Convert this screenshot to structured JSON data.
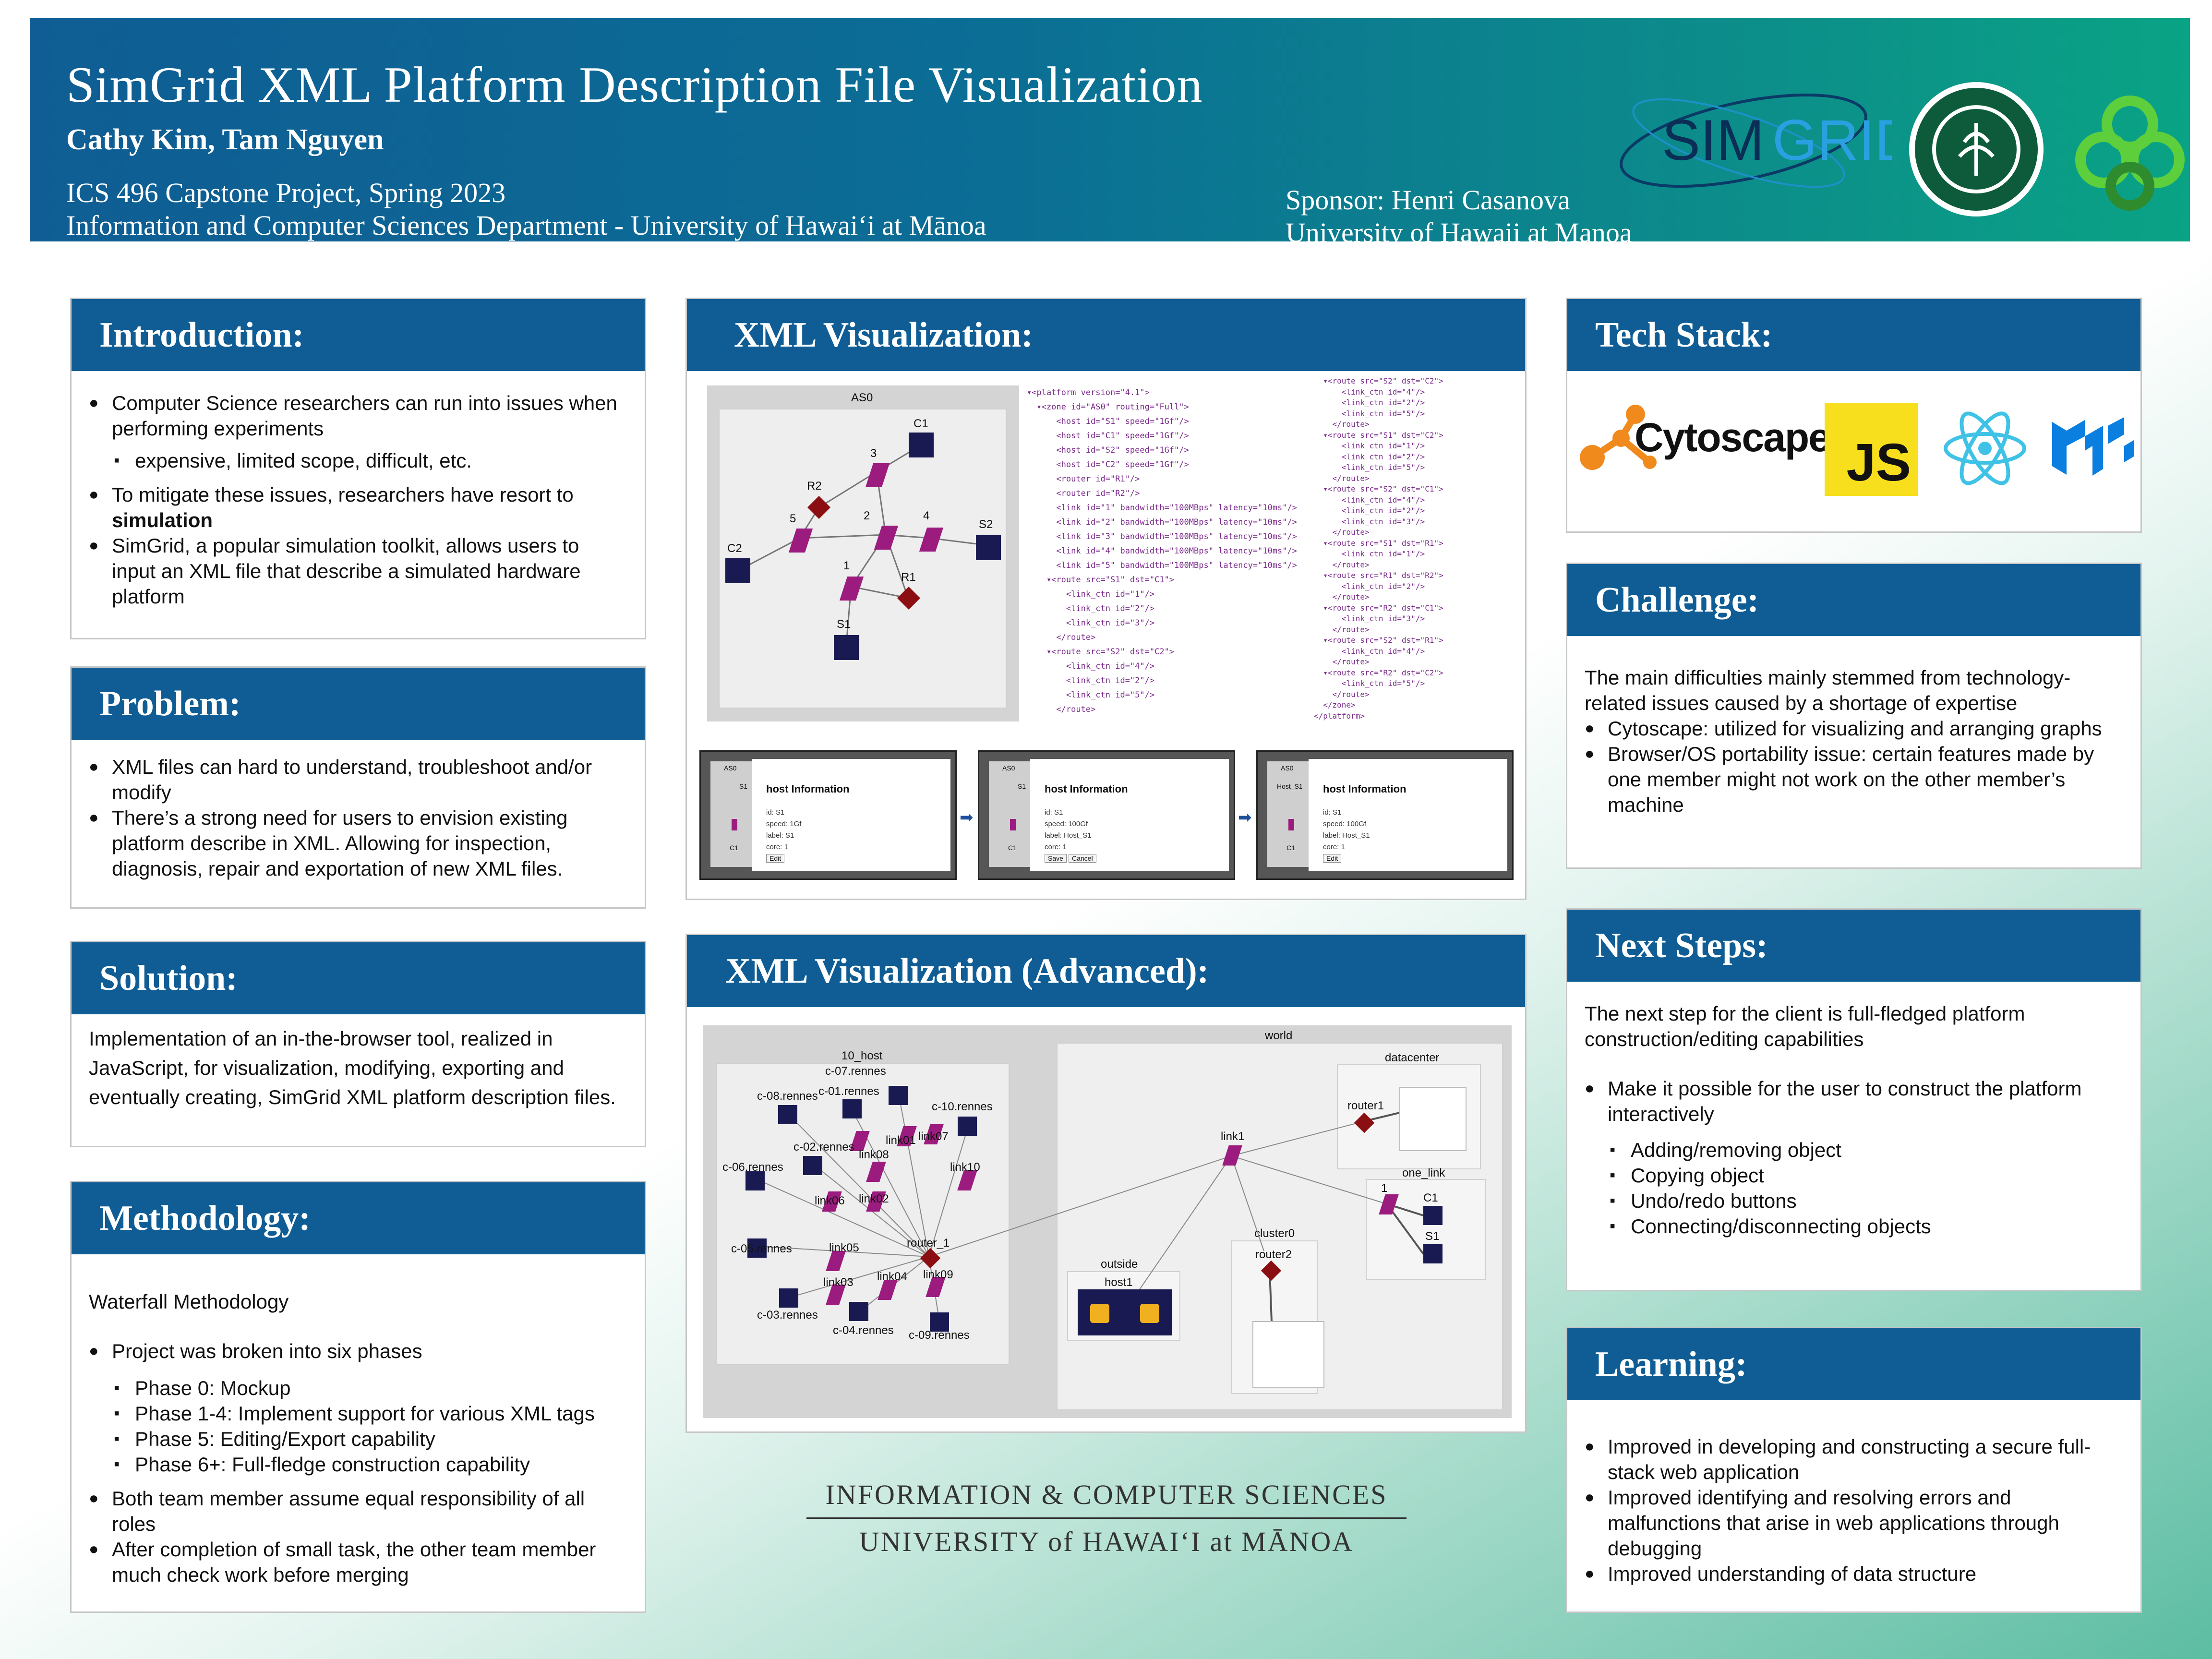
{
  "header": {
    "title": "SimGrid XML Platform Description File Visualization",
    "authors": "Cathy Kim, Tam Nguyen",
    "course_line1": "ICS 496 Capstone Project, Spring 2023",
    "course_line2": "Information and Computer Sciences Department - University of Hawaiʻi at Mānoa",
    "sponsor_line1": "Sponsor: Henri Casanova",
    "sponsor_line2": "University of Hawaii at Manoa",
    "logo_simgrid_text_a": "SIM",
    "logo_simgrid_text_b": "GRID"
  },
  "introduction": {
    "title": "Introduction:",
    "b1": "Computer Science researchers can run into issues when performing experiments",
    "b1_sub": "expensive, limited scope, difficult, etc.",
    "b2": "To mitigate these issues, researchers have resort to",
    "b2_bold": "simulation",
    "b3": "SimGrid, a popular simulation toolkit, allows users to input an XML file that describe a simulated hardware platform"
  },
  "problem": {
    "title": "Problem:",
    "b1": "XML files can hard to understand, troubleshoot and/or modify",
    "b2": "There’s a strong need for users to envision existing platform describe in XML. Allowing for inspection, diagnosis, repair and exportation of new XML files."
  },
  "solution": {
    "title": "Solution:",
    "text": "Implementation of an in-the-browser tool, realized in JavaScript, for visualization, modifying, exporting and eventually creating, SimGrid XML platform description files."
  },
  "methodology": {
    "title": "Methodology:",
    "intro": "Waterfall Methodology",
    "b1": "Project was broken into six phases",
    "phases": [
      "Phase 0: Mockup",
      "Phase 1-4: Implement support for various XML tags",
      "Phase 5: Editing/Export capability",
      "Phase 6+: Full-fledge construction capability"
    ],
    "b2": "Both team member assume equal responsibility of all roles",
    "b3": "After completion of small task, the other team member much check work before merging"
  },
  "xmlviz": {
    "title": "XML Visualization:",
    "zone": "AS0",
    "nodes": [
      "C1",
      "R2",
      "3",
      "5",
      "2",
      "4",
      "S2",
      "C2",
      "1",
      "R1",
      "S1"
    ],
    "code_left": [
      "▾<platform version=\"4.1\">",
      "  ▾<zone id=\"AS0\" routing=\"Full\">",
      "      <host id=\"S1\" speed=\"1Gf\"/>",
      "      <host id=\"C1\" speed=\"1Gf\"/>",
      "      <host id=\"S2\" speed=\"1Gf\"/>",
      "      <host id=\"C2\" speed=\"1Gf\"/>",
      "      <router id=\"R1\"/>",
      "      <router id=\"R2\"/>",
      "      <link id=\"1\" bandwidth=\"100MBps\" latency=\"10ms\"/>",
      "      <link id=\"2\" bandwidth=\"100MBps\" latency=\"10ms\"/>",
      "      <link id=\"3\" bandwidth=\"100MBps\" latency=\"10ms\"/>",
      "      <link id=\"4\" bandwidth=\"100MBps\" latency=\"10ms\"/>",
      "      <link id=\"5\" bandwidth=\"100MBps\" latency=\"10ms\"/>",
      "    ▾<route src=\"S1\" dst=\"C1\">",
      "        <link_ctn id=\"1\"/>",
      "        <link_ctn id=\"2\"/>",
      "        <link_ctn id=\"3\"/>",
      "      </route>",
      "    ▾<route src=\"S2\" dst=\"C2\">",
      "        <link_ctn id=\"4\"/>",
      "        <link_ctn id=\"2\"/>",
      "        <link_ctn id=\"5\"/>",
      "      </route>"
    ],
    "code_right": [
      "  ▾<route src=\"S2\" dst=\"C2\">",
      "      <link_ctn id=\"4\"/>",
      "      <link_ctn id=\"2\"/>",
      "      <link_ctn id=\"5\"/>",
      "    </route>",
      "  ▾<route src=\"S1\" dst=\"C2\">",
      "      <link_ctn id=\"1\"/>",
      "      <link_ctn id=\"2\"/>",
      "      <link_ctn id=\"5\"/>",
      "    </route>",
      "  ▾<route src=\"S2\" dst=\"C1\">",
      "      <link_ctn id=\"4\"/>",
      "      <link_ctn id=\"2\"/>",
      "      <link_ctn id=\"3\"/>",
      "    </route>",
      "  ▾<route src=\"S1\" dst=\"R1\">",
      "      <link_ctn id=\"1\"/>",
      "    </route>",
      "  ▾<route src=\"R1\" dst=\"R2\">",
      "      <link_ctn id=\"2\"/>",
      "    </route>",
      "  ▾<route src=\"R2\" dst=\"C1\">",
      "      <link_ctn id=\"3\"/>",
      "    </route>",
      "  ▾<route src=\"S2\" dst=\"R1\">",
      "      <link_ctn id=\"4\"/>",
      "    </route>",
      "  ▾<route src=\"R2\" dst=\"C2\">",
      "      <link_ctn id=\"5\"/>",
      "    </route>",
      "  </zone>",
      "</platform>"
    ],
    "shot1_title": "host Information",
    "shot1_fields": "id: S1\nspeed: 1Gf\nlabel: S1\ncore: 1",
    "shot1_btn": "Edit",
    "shot2_title": "host Information",
    "shot2_fields": "id: S1\nspeed: 100Gf\nlabel: Host_S1\ncore: 1",
    "shot2_btn1": "Save",
    "shot2_btn2": "Cancel",
    "shot3_title": "host Information",
    "shot3_fields": "id: S1\nspeed: 100Gf\nlabel: Host_S1\ncore: 1",
    "shot3_btn": "Edit",
    "shot_zone": "AS0",
    "shot_side_a": "S1",
    "shot_side_b": "C1",
    "shot3_side_a": "Host_S1"
  },
  "xmladv": {
    "title": "XML Visualization (Advanced):",
    "world": "world",
    "host_zone": "10_host",
    "datacenter": "datacenter",
    "one_link": "one_link",
    "cluster": "cluster0",
    "outside": "outside",
    "labels": [
      "c-07.rennes",
      "c-08.rennes",
      "c-01.rennes",
      "c-10.rennes",
      "link07",
      "link01",
      "c-02.rennes",
      "link08",
      "link10",
      "c-06.rennes",
      "link06",
      "link02",
      "router_1",
      "c-05.rennes",
      "link05",
      "link03",
      "link04",
      "link09",
      "c-03.rennes",
      "c-04.rennes",
      "c-09.rennes",
      "link1",
      "router1",
      "1",
      "C1",
      "S1",
      "router2",
      "host1"
    ]
  },
  "techstack": {
    "title": "Tech Stack:",
    "cytoscape": "Cytoscape",
    "js": "JS"
  },
  "challenge": {
    "title": "Challenge:",
    "intro": "The main difficulties mainly stemmed from technology-related issues caused by a shortage of expertise",
    "b1": "Cytoscape: utilized for visualizing and arranging graphs",
    "b2": "Browser/OS portability issue: certain features made by one member might not work on the other member’s machine"
  },
  "nextsteps": {
    "title": "Next Steps:",
    "intro": "The next step for the client is full-fledged platform construction/editing capabilities",
    "b1": "Make it possible for the user to construct the platform interactively",
    "subs": [
      "Adding/removing object",
      "Copying object",
      "Undo/redo buttons",
      "Connecting/disconnecting objects"
    ]
  },
  "learning": {
    "title": "Learning:",
    "b1": "Improved in developing and constructing a secure full-stack web application",
    "b2": "Improved identifying and resolving errors and malfunctions that arise in web applications through debugging",
    "b3": "Improved understanding of data structure"
  },
  "footer": {
    "line1": "INFORMATION & COMPUTER SCIENCES",
    "line2": "UNIVERSITY of HAWAIʻI at MĀNOA"
  },
  "colors": {
    "header_blue": "#0f5d94",
    "header_teal": "#0aa385",
    "node_navy": "#1a1a52",
    "link_magenta": "#9b1b7e",
    "router_red": "#8b0f12"
  }
}
